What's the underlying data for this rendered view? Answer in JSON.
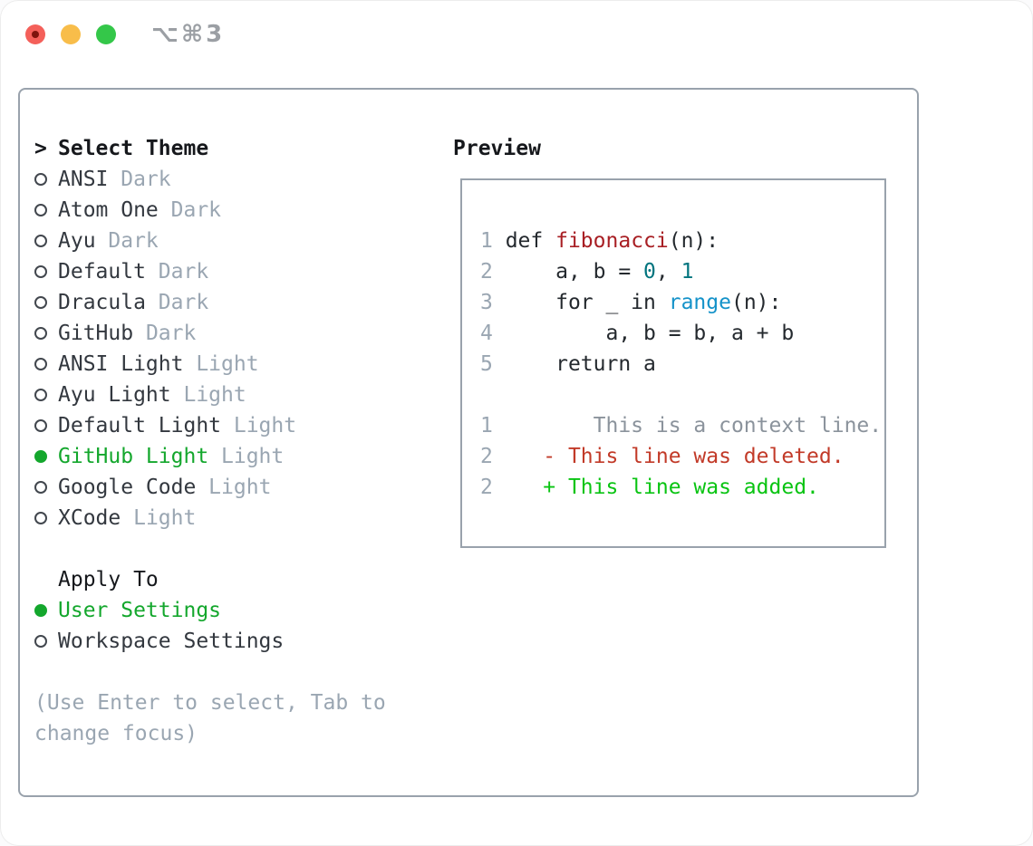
{
  "window": {
    "title": "⌥⌘3",
    "traffic_lights": [
      "close",
      "minimize",
      "zoom"
    ]
  },
  "theme_panel": {
    "prompt": ">",
    "header": "Select Theme",
    "themes": [
      {
        "name": "ANSI",
        "variant": "Dark",
        "selected": false
      },
      {
        "name": "Atom One",
        "variant": "Dark",
        "selected": false
      },
      {
        "name": "Ayu",
        "variant": "Dark",
        "selected": false
      },
      {
        "name": "Default",
        "variant": "Dark",
        "selected": false
      },
      {
        "name": "Dracula",
        "variant": "Dark",
        "selected": false
      },
      {
        "name": "GitHub",
        "variant": "Dark",
        "selected": false
      },
      {
        "name": "ANSI Light",
        "variant": "Light",
        "selected": false
      },
      {
        "name": "Ayu Light",
        "variant": "Light",
        "selected": false
      },
      {
        "name": "Default Light",
        "variant": "Light",
        "selected": false
      },
      {
        "name": "GitHub Light",
        "variant": "Light",
        "selected": true
      },
      {
        "name": "Google Code",
        "variant": "Light",
        "selected": false
      },
      {
        "name": "XCode",
        "variant": "Light",
        "selected": false
      }
    ],
    "apply_header": "Apply To",
    "apply_options": [
      {
        "label": "User Settings",
        "selected": true
      },
      {
        "label": "Workspace Settings",
        "selected": false
      }
    ],
    "hint_lines": [
      "(Use Enter to select, Tab to",
      "change focus)"
    ]
  },
  "preview": {
    "header": "Preview",
    "lines": [
      {
        "num": "1",
        "tokens": [
          {
            "t": " def ",
            "c": "code"
          },
          {
            "t": "fibonacci",
            "c": "func"
          },
          {
            "t": "(n):",
            "c": "code"
          }
        ]
      },
      {
        "num": "2",
        "tokens": [
          {
            "t": "     a, b = ",
            "c": "code"
          },
          {
            "t": "0",
            "c": "num"
          },
          {
            "t": ", ",
            "c": "code"
          },
          {
            "t": "1",
            "c": "num"
          }
        ]
      },
      {
        "num": "3",
        "tokens": [
          {
            "t": "     for _ in ",
            "c": "code"
          },
          {
            "t": "range",
            "c": "builtin"
          },
          {
            "t": "(n):",
            "c": "code"
          }
        ]
      },
      {
        "num": "4",
        "tokens": [
          {
            "t": "         a, b = b, a + b",
            "c": "code"
          }
        ]
      },
      {
        "num": "5",
        "tokens": [
          {
            "t": "     return a",
            "c": "code"
          }
        ]
      },
      {
        "num": "",
        "tokens": []
      },
      {
        "num": "1",
        "tokens": [
          {
            "t": "        This is a context line.",
            "c": "context"
          }
        ]
      },
      {
        "num": "2",
        "tokens": [
          {
            "t": "    - This line was deleted.",
            "c": "deleted"
          }
        ]
      },
      {
        "num": "2",
        "tokens": [
          {
            "t": "    + This line was added.",
            "c": "added"
          }
        ]
      }
    ]
  },
  "colors": {
    "accent_green": "#14a72d",
    "border_gray": "#99a2ac",
    "muted_gray": "#9aa6b2",
    "ink": "#16181c",
    "item_ink": "#33383f",
    "code_ink": "#24292e",
    "function_red": "#a81f24",
    "number_teal": "#00747e",
    "builtin_blue": "#1492c9",
    "diff_context_gray": "#8b939c",
    "diff_deleted_red": "#c23a28",
    "diff_added_green": "#09c412",
    "traffic_red": "#f4605a",
    "traffic_yellow": "#f8bd4a",
    "traffic_green": "#34c749"
  }
}
